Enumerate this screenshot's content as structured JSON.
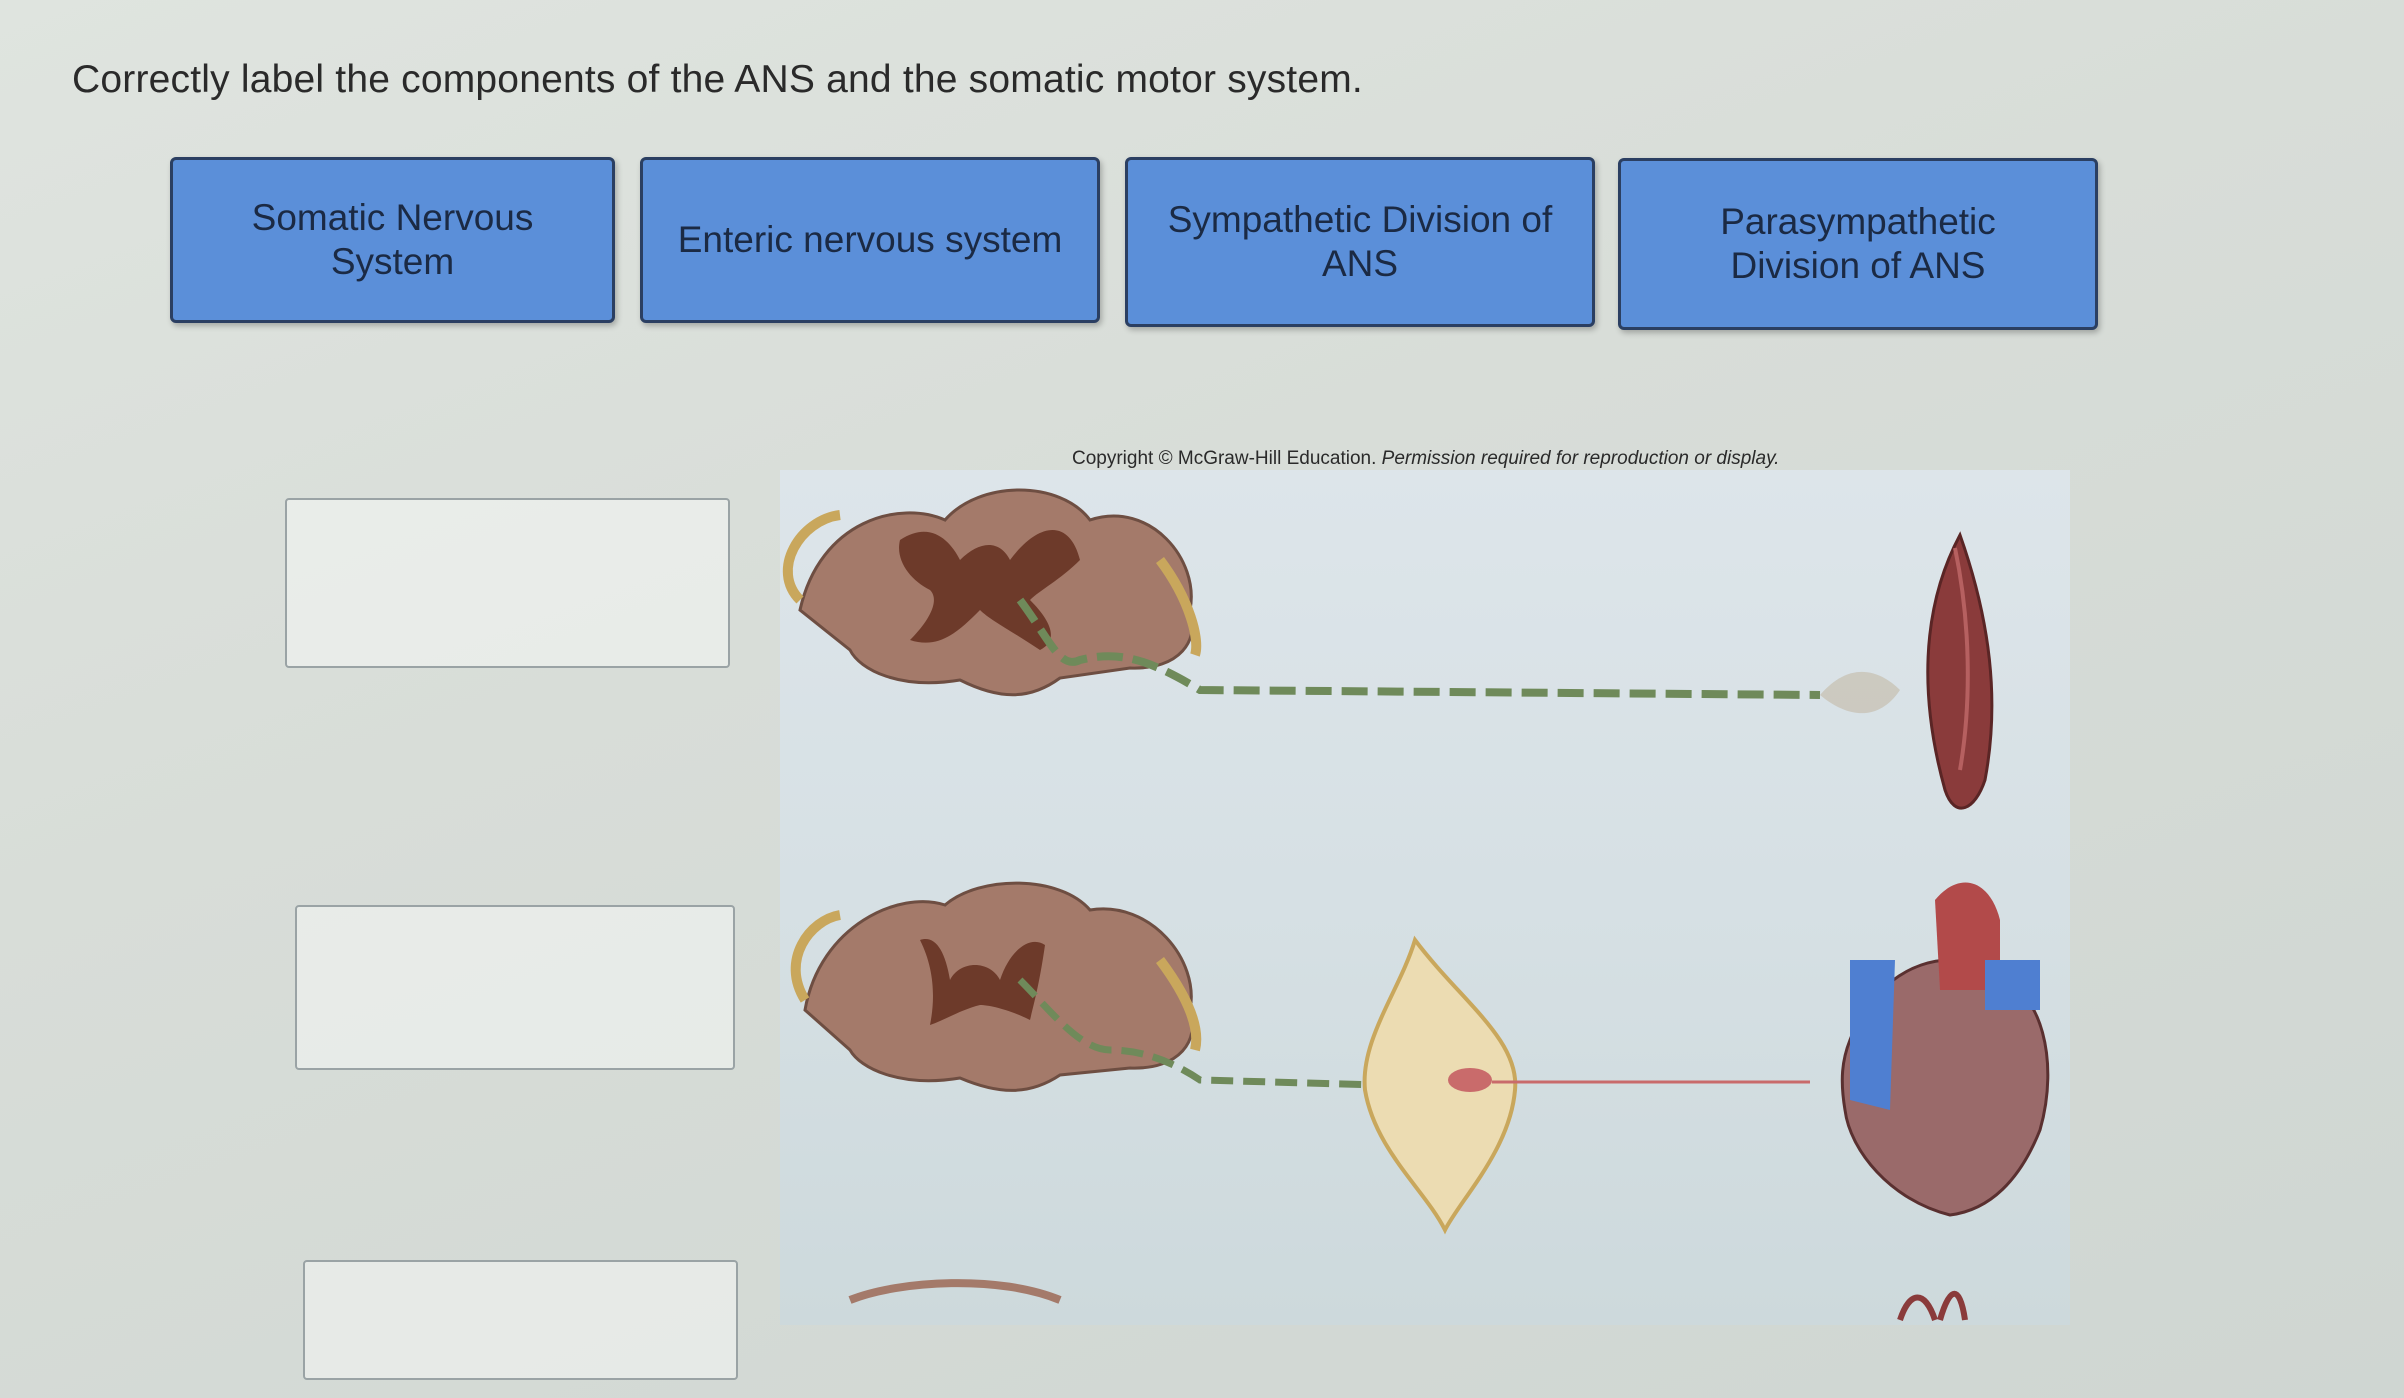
{
  "question": {
    "prompt": "Correctly label the components of the ANS and the somatic motor system."
  },
  "labels": [
    {
      "line1": "Somatic Nervous",
      "line2": "System"
    },
    {
      "line1": "Enteric nervous system",
      "line2": ""
    },
    {
      "line1": "Sympathetic Division of",
      "line2": "ANS"
    },
    {
      "line1": "Parasympathetic",
      "line2": "Division of ANS"
    }
  ],
  "figure": {
    "copyright_prefix": "Copyright © McGraw-Hill Education.",
    "copyright_suffix": "Permission required for reproduction or display.",
    "icons": [
      "spinal-cord-icon",
      "skeletal-muscle-icon",
      "ganglion-icon",
      "heart-icon"
    ]
  },
  "colors": {
    "card_fill": "#5b8fd9",
    "card_border": "#2b3f62",
    "axon": "#6f8a5a",
    "muscle": "#8a3b3b"
  }
}
